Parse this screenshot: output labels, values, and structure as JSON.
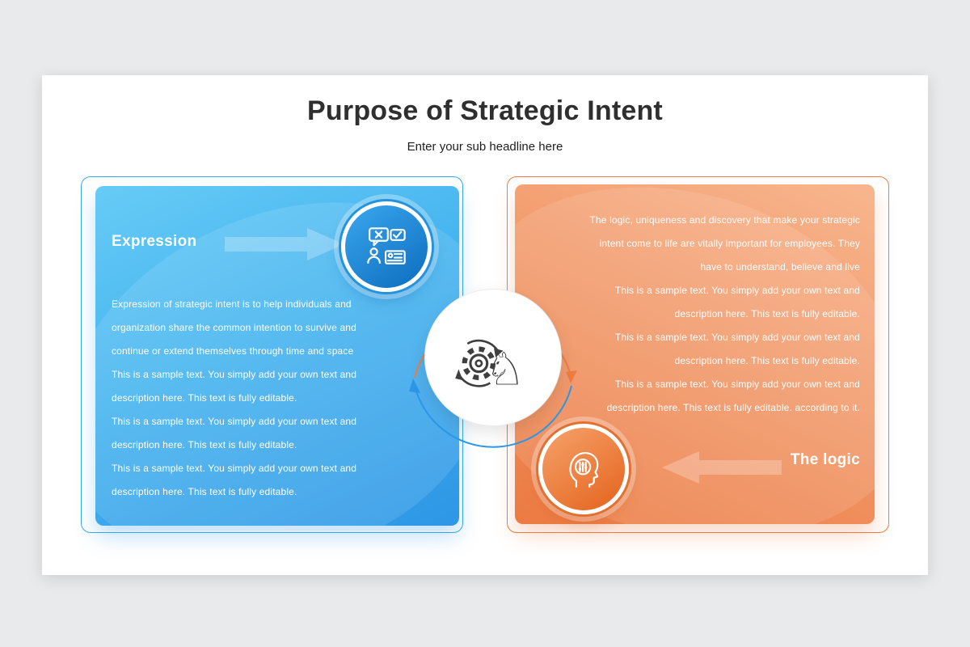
{
  "slide": {
    "title": "Purpose of Strategic Intent",
    "subtitle": "Enter your sub headline here"
  },
  "expression": {
    "heading": "Expression",
    "paragraphs": [
      "Expression of strategic intent is to help individuals and organization share the common intention to survive and continue or extend themselves through time and space",
      "This is a sample text. You simply add your own text and description here. This text is fully editable.",
      "This is a sample text. You simply add your own text and description here. This text is fully editable.",
      "This is a sample text. You simply add your own text and description here. This text is fully editable."
    ]
  },
  "logic": {
    "heading": "The logic",
    "paragraphs": [
      "The logic, uniqueness and discovery that make your strategic intent come to life are vitally important for employees. They have to understand, believe and live",
      "This is a sample text. You simply add your own text and description here. This text is fully editable.",
      "This is a sample text. You simply add your own text and description here. This text is fully editable.",
      "This is a sample text. You simply add your own text and description here. This text is fully editable. according to it."
    ]
  },
  "icons": {
    "left_badge": "feedback-chat-icon",
    "right_badge": "mind-tuning-icon",
    "center": "strategy-gear-knight-icon",
    "left_decorative": "arrow-right-icon",
    "right_decorative": "arrow-left-icon"
  },
  "colors": {
    "blue_accent": "#2d96e6",
    "blue_light": "#63c9f5",
    "orange_accent": "#ee7c43",
    "orange_light": "#f8b68e",
    "background": "#e9eaec",
    "slide": "#ffffff",
    "title_text": "#2f2f2f",
    "panel_text": "#ffffff"
  }
}
